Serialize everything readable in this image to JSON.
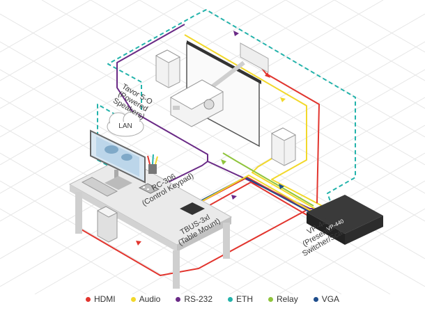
{
  "labels": {
    "lan": "LAN",
    "tavor_1": "Tavor 5-O",
    "tavor_2": "(Powered",
    "tavor_3": "Speakers)",
    "rc_1": "RC-306",
    "rc_2": "(Control Keypad)",
    "trus_1": "TBUS-3xl",
    "trus_2": "(Table Mount)",
    "vp_1": "VP-440",
    "vp_2": "(Presentation",
    "vp_3": "Switcher/Scaler)",
    "vp_panel": "VP-440"
  },
  "legend": [
    {
      "label": "HDMI",
      "color": "#e2352e"
    },
    {
      "label": "Audio",
      "color": "#f2d82b"
    },
    {
      "label": "RS-232",
      "color": "#6a2a86"
    },
    {
      "label": "ETH",
      "color": "#23b3ab"
    },
    {
      "label": "Relay",
      "color": "#8fc43c"
    },
    {
      "label": "VGA",
      "color": "#1f4e8c"
    }
  ]
}
